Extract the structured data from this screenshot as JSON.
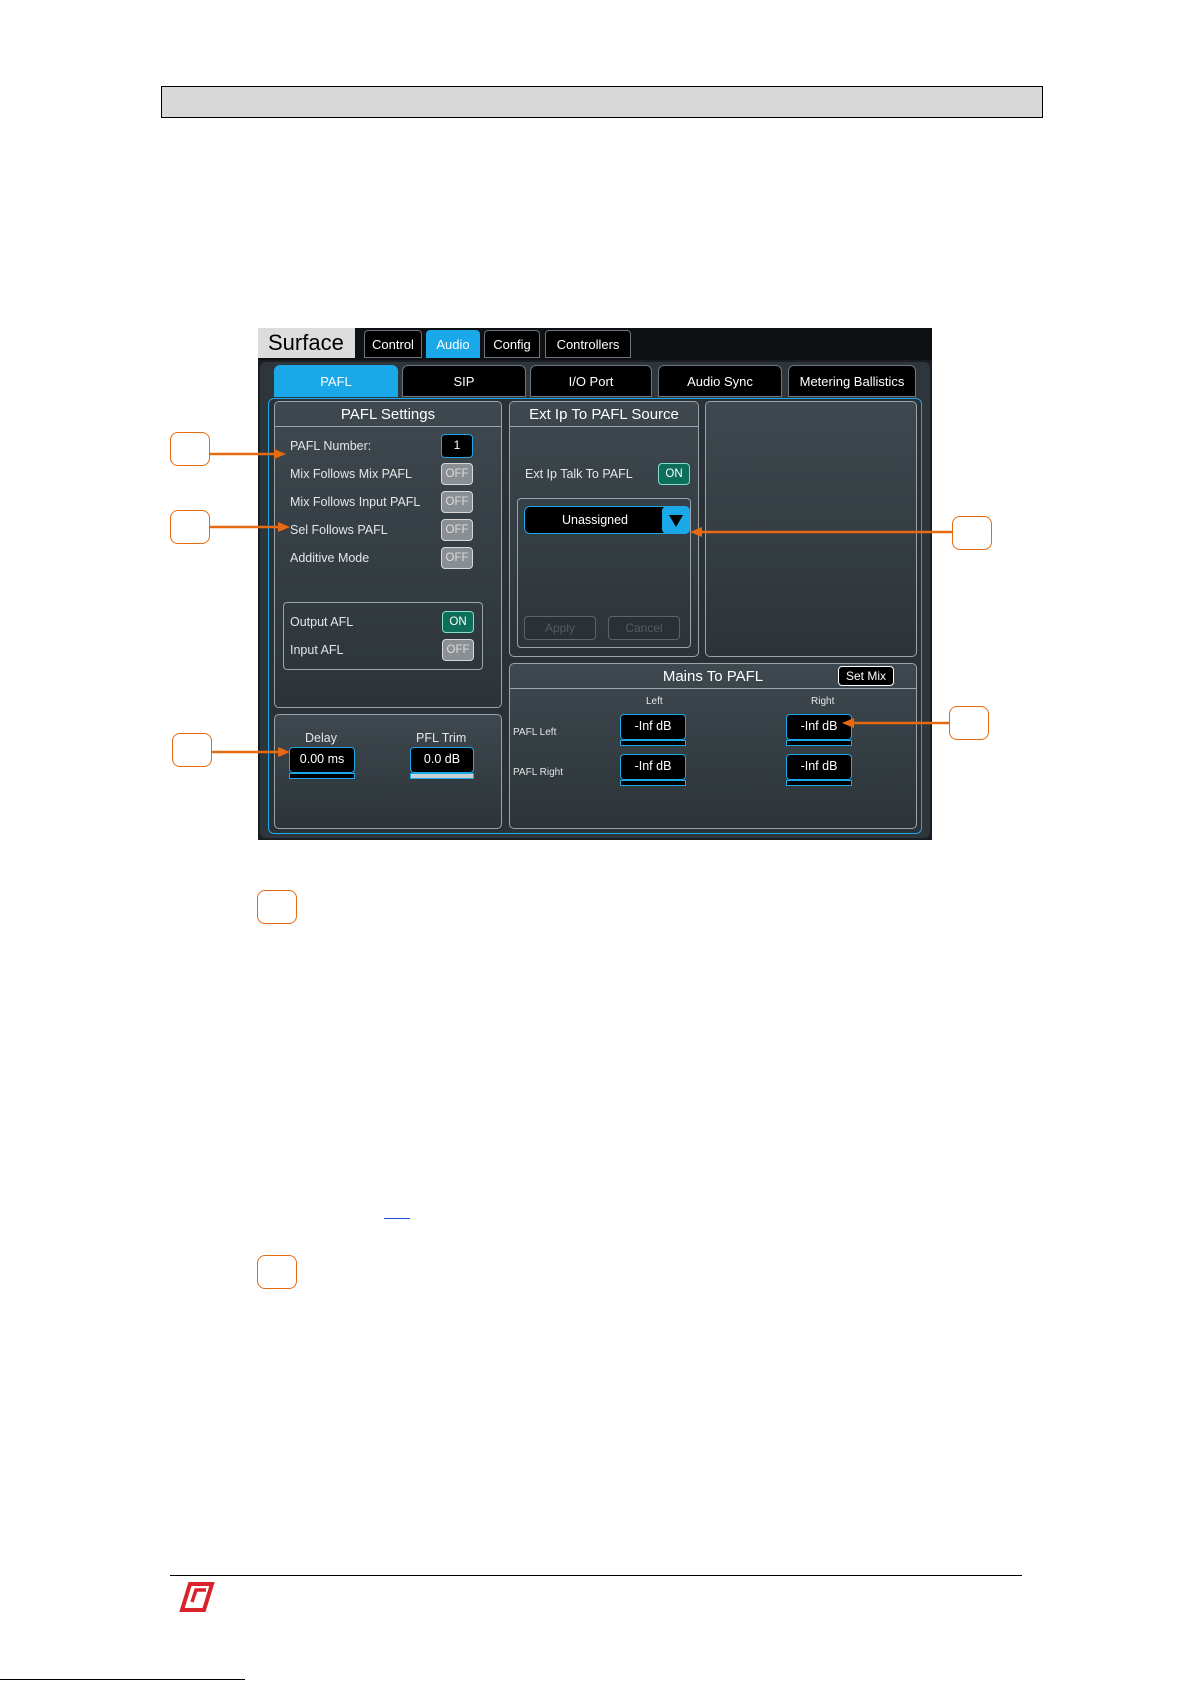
{
  "screen": {
    "surface_label": "Surface",
    "top_tabs": [
      {
        "label": "Control",
        "active": false
      },
      {
        "label": "Audio",
        "active": true
      },
      {
        "label": "Config",
        "active": false
      },
      {
        "label": "Controllers",
        "active": false
      }
    ],
    "sub_tabs": [
      {
        "label": "PAFL",
        "active": true
      },
      {
        "label": "SIP",
        "active": false
      },
      {
        "label": "I/O Port",
        "active": false
      },
      {
        "label": "Audio Sync",
        "active": false
      },
      {
        "label": "Metering Ballistics",
        "active": false
      }
    ],
    "pafl_settings": {
      "title": "PAFL Settings",
      "pafl_number_label": "PAFL Number:",
      "pafl_number_value": "1",
      "rows": [
        {
          "label": "Mix Follows Mix PAFL",
          "state": "OFF"
        },
        {
          "label": "Mix Follows Input PAFL",
          "state": "OFF"
        },
        {
          "label": "Sel Follows PAFL",
          "state": "OFF"
        },
        {
          "label": "Additive Mode",
          "state": "OFF"
        }
      ],
      "afl_rows": [
        {
          "label": "Output AFL",
          "state": "ON"
        },
        {
          "label": "Input AFL",
          "state": "OFF"
        }
      ]
    },
    "delay_trim": {
      "delay_label": "Delay",
      "delay_value": "0.00 ms",
      "trim_label": "PFL Trim",
      "trim_value": "0.0 dB"
    },
    "ext_ip": {
      "title": "Ext Ip To PAFL Source",
      "talk_label": "Ext Ip Talk To PAFL",
      "talk_state": "ON",
      "dropdown_value": "Unassigned",
      "apply_label": "Apply",
      "cancel_label": "Cancel"
    },
    "mains": {
      "title": "Mains To PAFL",
      "set_mix_label": "Set Mix",
      "col_left": "Left",
      "col_right": "Right",
      "row_left_label": "PAFL Left",
      "row_right_label": "PAFL Right",
      "values": {
        "left_left": "-Inf dB",
        "left_right": "-Inf dB",
        "right_left": "-Inf dB",
        "right_right": "-Inf dB"
      }
    }
  },
  "colors": {
    "accent": "#1aa8e8",
    "callout": "#e86a10",
    "on_toggle": "#0d6e5a",
    "logo": "#d8232a"
  }
}
